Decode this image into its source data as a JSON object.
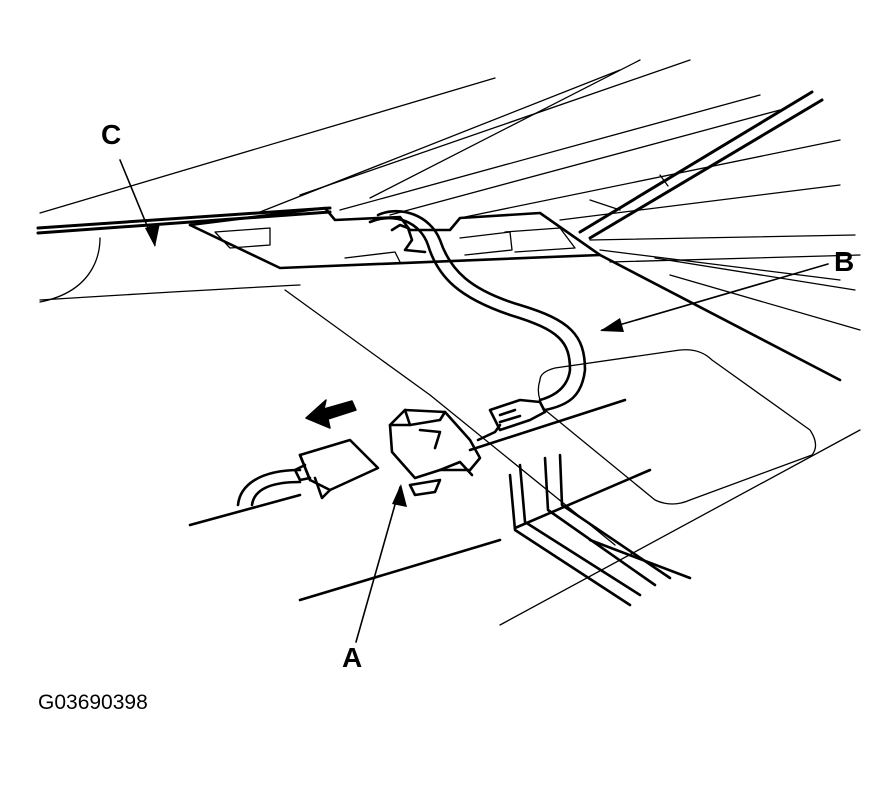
{
  "diagram": {
    "callouts": {
      "a": "A",
      "b": "B",
      "c": "C"
    },
    "figure_id": "G03690398"
  },
  "colors": {
    "ink": "#000000",
    "paper": "#ffffff"
  }
}
